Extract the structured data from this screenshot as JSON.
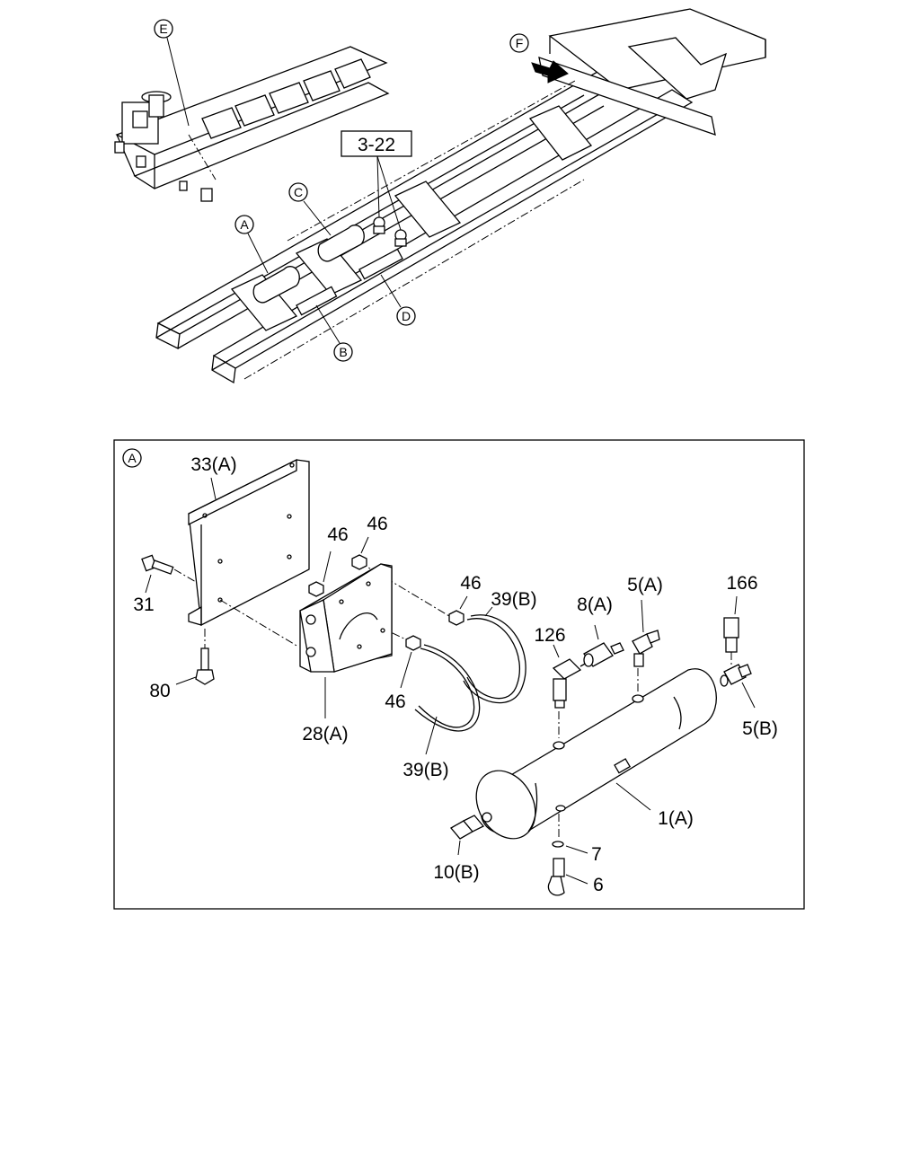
{
  "overview": {
    "callouts": {
      "a": "A",
      "b": "B",
      "c": "C",
      "d": "D",
      "e": "E",
      "f": "F"
    },
    "reference_box": "3-22"
  },
  "detail_panel": {
    "view_label": "A",
    "part_labels": {
      "p33a": "33(A)",
      "p31": "31",
      "p80": "80",
      "p46_a": "46",
      "p46_b": "46",
      "p46_c": "46",
      "p46_d": "46",
      "p28a": "28(A)",
      "p39b_upper": "39(B)",
      "p39b_lower": "39(B)",
      "p126": "126",
      "p8a": "8(A)",
      "p5a": "5(A)",
      "p166": "166",
      "p5b": "5(B)",
      "p1a": "1(A)",
      "p7": "7",
      "p6": "6",
      "p10b": "10(B)"
    }
  }
}
